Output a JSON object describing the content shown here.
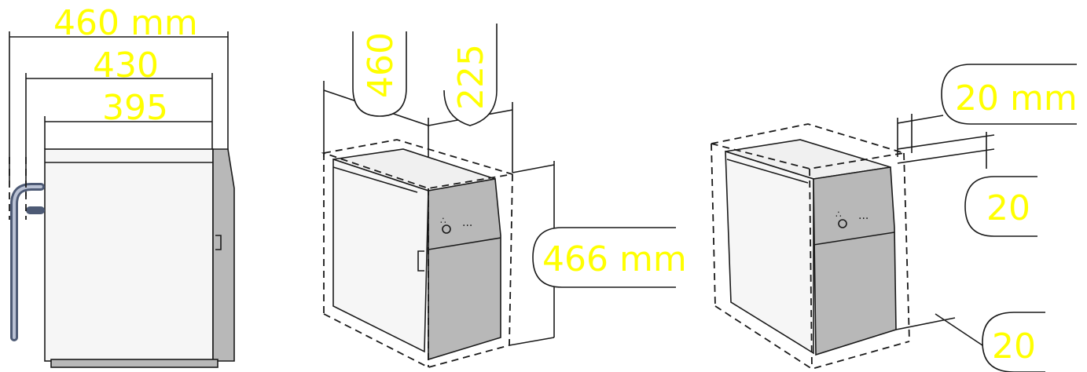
{
  "left_view": {
    "depth_total": "460 mm",
    "depth_middle": "430",
    "depth_inner": "395"
  },
  "middle_view": {
    "depth": "460",
    "width": "225",
    "height": "466 mm"
  },
  "right_view": {
    "clearance_top": "20 mm",
    "clearance_side": "20",
    "clearance_bottom": "20"
  },
  "colors": {
    "dimension_text": "#ffff00",
    "appliance_panel": "#b8b8b8",
    "pipe": "#4d5a75"
  }
}
